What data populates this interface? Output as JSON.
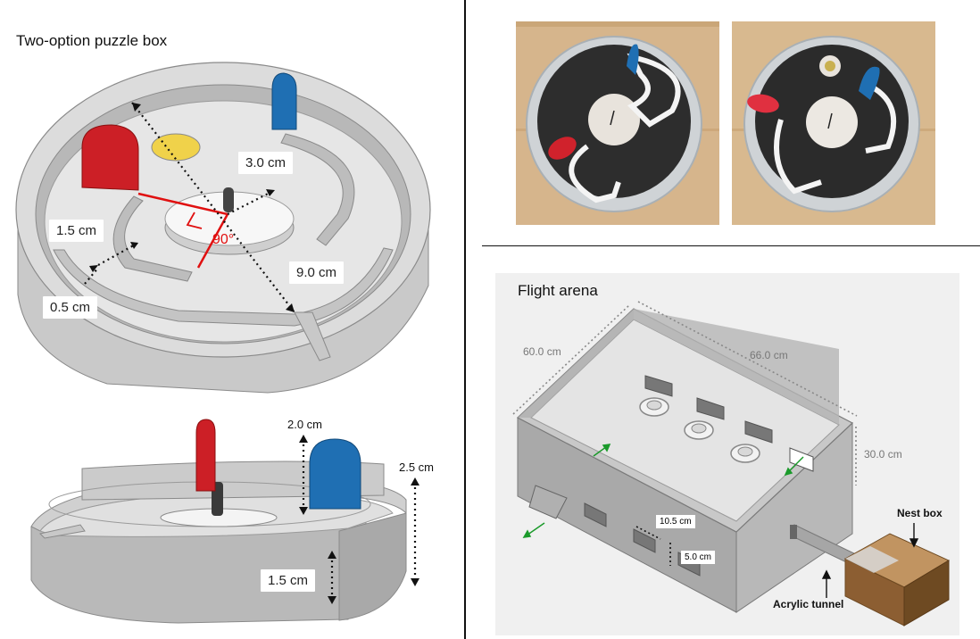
{
  "panels": {
    "puzzle_box": {
      "title": "Two-option puzzle box",
      "top_view": {
        "dim_diameter": "9.0 cm",
        "dim_center_radius": "3.0 cm",
        "dim_lane_width": "1.5 cm",
        "dim_wall_gap": "0.5 cm",
        "angle": "90°"
      },
      "side_view": {
        "dim_door_height": "2.0 cm",
        "dim_total_height": "2.5 cm",
        "dim_base_height": "1.5 cm"
      }
    },
    "flight_arena": {
      "title": "Flight arena",
      "dim_depth": "60.0 cm",
      "dim_width": "66.0 cm",
      "dim_height": "30.0 cm",
      "dim_window_width": "10.5 cm",
      "dim_window_height": "5.0 cm",
      "label_nest_box": "Nest box",
      "label_tunnel": "Acrylic tunnel"
    }
  },
  "colors": {
    "door_red": "#cc1f26",
    "door_blue": "#1f6fb3",
    "yellow_well": "#f0d24a",
    "annotation_red": "#e01010",
    "arrow_green": "#1a9a2a",
    "nest_brown": "#9a6a3a"
  }
}
